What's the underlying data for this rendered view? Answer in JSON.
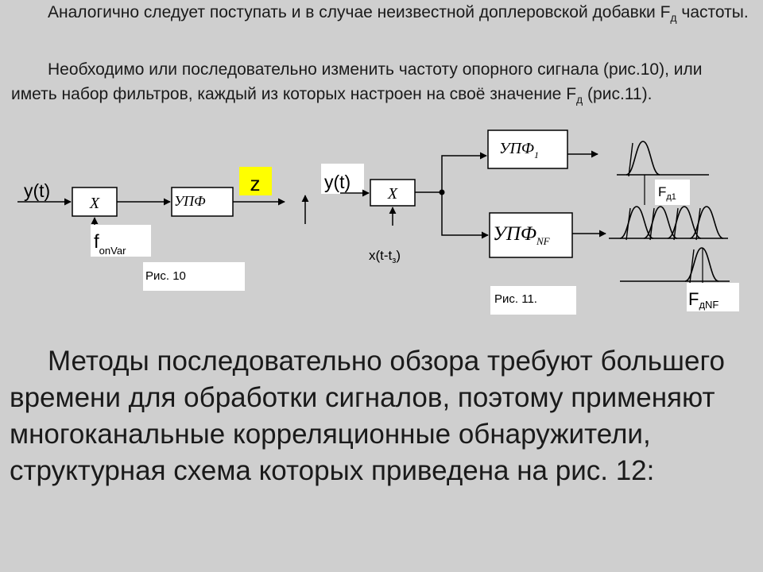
{
  "text": {
    "p1": {
      "main": "Аналогично следует поступать и в случае неизвестной доплеровской добавки F",
      "sub": "д",
      "tail": " частоты."
    },
    "p2": {
      "main": "Необходимо или последовательно изменить частоту опорного сигнала (рис.10), или иметь набор фильтров, каждый из которых настроен на своё значение F",
      "sub": "д",
      "tail": " (рис.11)."
    },
    "p3": "Методы последовательно обзора требуют большего времени для обработки сигналов, поэтому применяют многоканальные корреляционные обнаружители, структурная схема которых приведена на рис. 12:"
  },
  "fig10": {
    "input": "y(t)",
    "multiplier": "X",
    "filter": "УПФ",
    "output": "z",
    "ref_main": "f",
    "ref_sub": "onVar",
    "caption": "Рис. 10"
  },
  "fig11": {
    "input": "y(t)",
    "multiplier": "X",
    "ref_main": "x(t-t",
    "ref_sub": "з",
    "ref_tail": ")",
    "filter1_main": "УПФ",
    "filter1_sub": "1",
    "filterN_main": "УПФ",
    "filterN_sub": "NF",
    "fd1_main": "F",
    "fd1_sub": "д1",
    "fdn_main": "F",
    "fdn_sub": "дNF",
    "caption": "Рис. 11."
  },
  "colors": {
    "background": "#cfcfcf",
    "highlight": "#ffff00",
    "label_bg": "#ffffff"
  }
}
